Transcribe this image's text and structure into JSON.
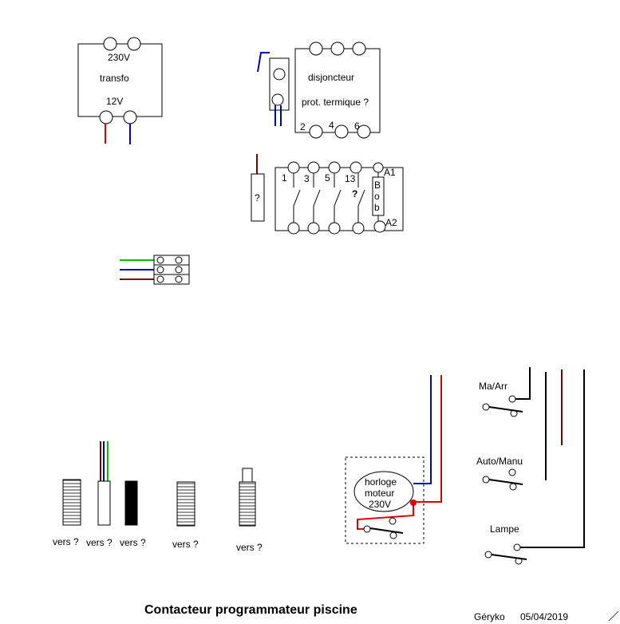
{
  "transfo": {
    "top": "230V",
    "name": "transfo",
    "bottom": "12V"
  },
  "disjoncteur": {
    "name": "disjoncteur",
    "note": "prot. termique ?",
    "t2": "2",
    "t4": "4",
    "t6": "6"
  },
  "contactor": {
    "t1": "1",
    "t3": "3",
    "t5": "5",
    "t13": "13",
    "q": "?",
    "a1": "A1",
    "a2": "A2",
    "bob": [
      "B",
      "o",
      "b"
    ]
  },
  "unknown_block": {
    "label": "?"
  },
  "connectors": [
    {
      "label": "vers ?"
    },
    {
      "label": "vers ?"
    },
    {
      "label": "vers ?"
    },
    {
      "label": "vers ?"
    },
    {
      "label": "vers ?"
    }
  ],
  "horloge": {
    "line1": "horloge",
    "line2": "moteur",
    "line3": "230V"
  },
  "switches": {
    "ma_arr": "Ma/Arr",
    "auto_manu": "Auto/Manu",
    "lampe": "Lampe"
  },
  "footer": {
    "title": "Contacteur programmateur piscine",
    "author": "Géryko",
    "date": "05/04/2019"
  },
  "colors": {
    "blue": "#0000c0",
    "red": "#e00000",
    "dark_red": "#800000",
    "green": "#00c000"
  }
}
